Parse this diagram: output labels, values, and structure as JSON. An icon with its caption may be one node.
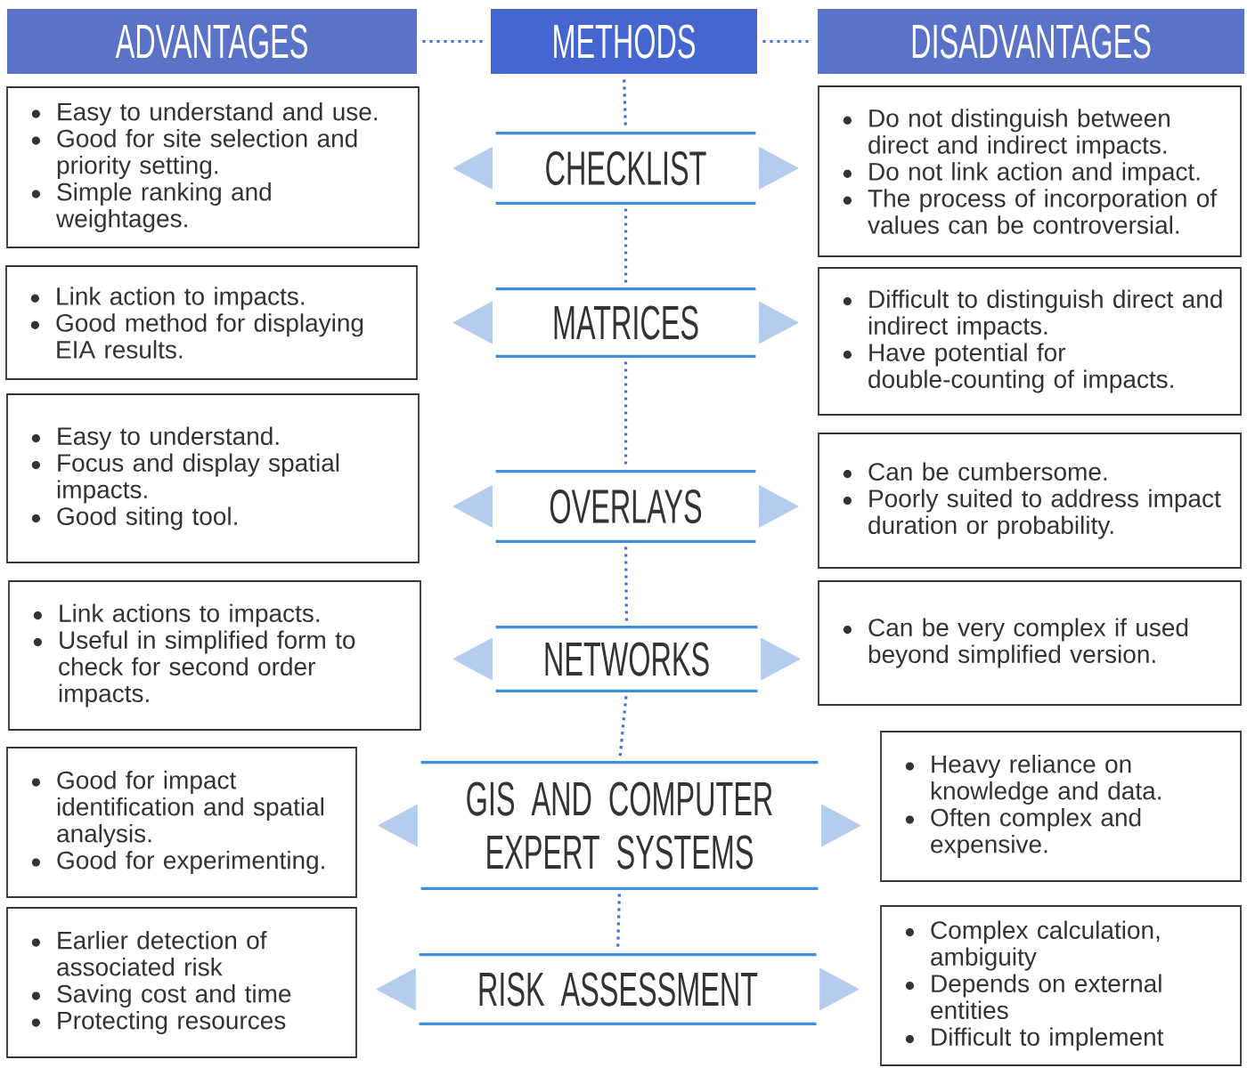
{
  "diagram": {
    "nodes": [
      {
        "text": [
          "ADVANTAGES"
        ]
      },
      {
        "text": [
          "METHODS"
        ]
      },
      {
        "text": [
          "DISADVANTAGES"
        ]
      },
      {
        "text": [
          "Easy to understand and use.",
          "Good for site selection and priority setting.",
          "Simple ranking and weightages."
        ]
      },
      {
        "text": [
          "CHECKLIST"
        ]
      },
      {
        "text": [
          "Do not distinguish between direct and indirect impacts.",
          "Do not link action and impact.",
          "The process of incorporation of values can be controversial."
        ]
      },
      {
        "text": [
          "Link action to impacts.",
          "Good method for displaying EIA results."
        ]
      },
      {
        "text": [
          "MATRICES"
        ]
      },
      {
        "text": [
          "Difficult to distinguish direct and indirect impacts.",
          "Have potential for double-counting of impacts."
        ]
      },
      {
        "text": [
          "Easy to understand.",
          "Focus and display spatial impacts.",
          "Good siting tool."
        ]
      },
      {
        "text": [
          "OVERLAYS"
        ]
      },
      {
        "text": [
          "Can be cumbersome.",
          "Poorly suited to address impact duration or probability."
        ]
      },
      {
        "text": [
          "Link actions to impacts.",
          "Useful in simplified form to check for second order impacts."
        ]
      },
      {
        "text": [
          "NETWORKS"
        ]
      },
      {
        "text": [
          "Can be very complex if used beyond simplified version."
        ]
      },
      {
        "text": [
          "Good for impact identification and spatial analysis.",
          "Good for experimenting."
        ]
      },
      {
        "text": [
          "GIS AND COMPUTER EXPERT SYSTEMS"
        ]
      },
      {
        "text": [
          "Heavy reliance on knowledge and data.",
          "Often complex and expensive."
        ]
      },
      {
        "text": [
          "Earlier detection of associated risk",
          "Saving cost and time",
          "Protecting resources"
        ]
      },
      {
        "text": [
          "RISK ASSESSMENT"
        ]
      },
      {
        "text": [
          "Complex calculation, ambiguity",
          "Depends on external entities",
          "Difficult to implement"
        ]
      }
    ],
    "edges": [
      {
        "from": 0,
        "to": 1,
        "arrow": "none",
        "style": "dashed",
        "color": "#4a6fd1"
      },
      {
        "from": 1,
        "to": 2,
        "arrow": "none",
        "style": "dashed",
        "color": "#4a6fd1"
      },
      {
        "from": 1,
        "to": 4,
        "arrow": "none",
        "style": "dashed",
        "color": "#4a6fd1"
      },
      {
        "from": 4,
        "to": 7,
        "arrow": "none",
        "style": "dashed",
        "color": "#4a6fd1"
      },
      {
        "from": 7,
        "to": 10,
        "arrow": "none",
        "style": "dashed",
        "color": "#4a6fd1"
      },
      {
        "from": 10,
        "to": 13,
        "arrow": "none",
        "style": "dashed",
        "color": "#4a6fd1"
      },
      {
        "from": 13,
        "to": 16,
        "arrow": "none",
        "style": "dashed",
        "color": "#4a6fd1"
      },
      {
        "from": 16,
        "to": 19,
        "arrow": "none",
        "style": "dashed",
        "color": "#4a6fd1"
      },
      {
        "from": 4,
        "to": 3,
        "arrow": "to"
      },
      {
        "from": 4,
        "to": 5,
        "arrow": "to"
      },
      {
        "from": 7,
        "to": 6,
        "arrow": "to"
      },
      {
        "from": 7,
        "to": 8,
        "arrow": "to"
      },
      {
        "from": 10,
        "to": 9,
        "arrow": "to"
      },
      {
        "from": 10,
        "to": 11,
        "arrow": "to"
      },
      {
        "from": 13,
        "to": 12,
        "arrow": "to"
      },
      {
        "from": 13,
        "to": 14,
        "arrow": "to"
      },
      {
        "from": 16,
        "to": 15,
        "arrow": "to"
      },
      {
        "from": 16,
        "to": 17,
        "arrow": "to"
      },
      {
        "from": 19,
        "to": 18,
        "arrow": "to"
      },
      {
        "from": 19,
        "to": 20,
        "arrow": "to"
      }
    ]
  }
}
